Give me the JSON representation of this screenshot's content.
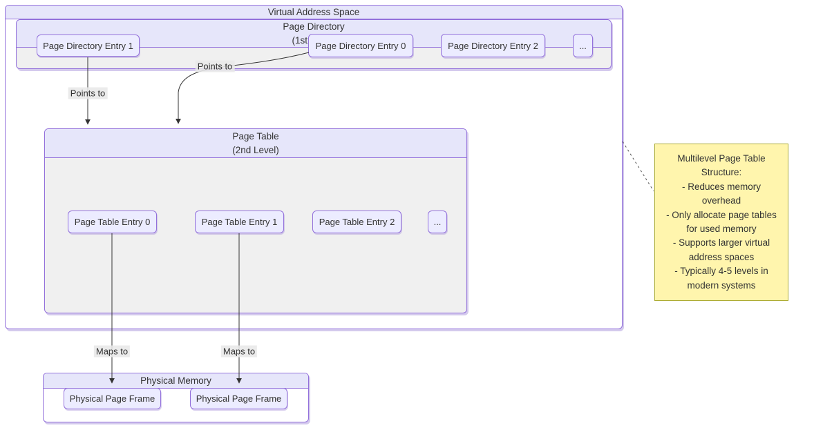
{
  "diagram": {
    "outer": {
      "title": "Virtual Address Space"
    },
    "page_directory": {
      "title": "Page Directory",
      "subtitle": "(1st Level)",
      "entries": [
        "Page Directory Entry 1",
        "Page Directory Entry 0",
        "Page Directory Entry 2",
        "..."
      ]
    },
    "page_table": {
      "title": "Page Table",
      "subtitle": "(2nd Level)",
      "entries": [
        "Page Table Entry 0",
        "Page Table Entry 1",
        "Page Table Entry 2",
        "..."
      ]
    },
    "physical_memory": {
      "title": "Physical Memory",
      "frames": [
        "Physical Page Frame",
        "Physical Page Frame"
      ]
    },
    "labels": {
      "points_to": "Points to",
      "maps_to": "Maps to"
    },
    "note": {
      "text": "Multilevel Page Table\nStructure:\n- Reduces memory\noverhead\n- Only allocate page tables\nfor used memory\n- Supports larger virtual\naddress spaces\n- Typically 4-5 levels in\nmodern systems"
    },
    "colors": {
      "band_fill": "#E6E6FA",
      "node_fill": "#ECECFF",
      "border": "#9370DB",
      "cluster_body_gray": "#F0F0F0",
      "note_fill": "#FFF5AD",
      "note_border": "#AAAA33",
      "edge": "#333333",
      "edge_label_bg": "#E8E8E8"
    }
  }
}
